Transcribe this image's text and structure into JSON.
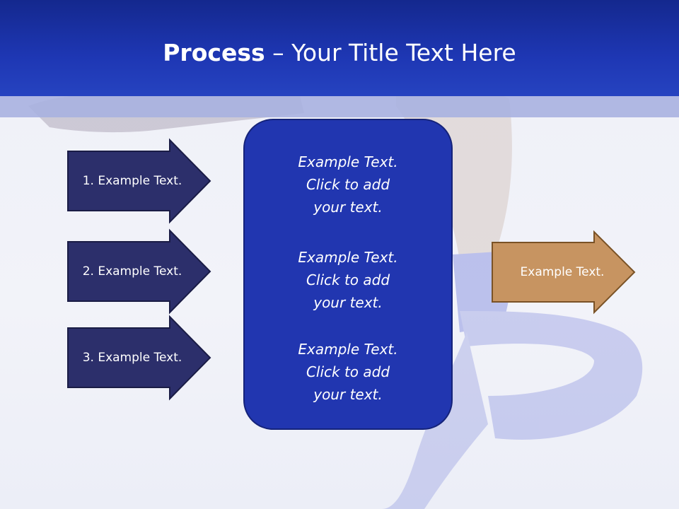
{
  "title": {
    "bold": "Process",
    "rest": " – Your Title Text Here"
  },
  "steps": [
    {
      "label": "1. Example Text."
    },
    {
      "label": "2. Example Text."
    },
    {
      "label": "3. Example Text."
    }
  ],
  "center_blocks": [
    {
      "line1": "Example Text.",
      "line2": "Click  to add",
      "line3": "your text."
    },
    {
      "line1": "Example Text.",
      "line2": "Click  to add",
      "line3": "your text."
    },
    {
      "line1": "Example Text.",
      "line2": "Click  to add",
      "line3": "your text."
    }
  ],
  "output": {
    "label": "Example Text."
  },
  "colors": {
    "header": "#1e37b4",
    "step_arrow": "#2c2f6b",
    "center_box": "#2136b0",
    "output_arrow": "#c79461"
  },
  "background": {
    "image": "faded-dancer-photo"
  }
}
